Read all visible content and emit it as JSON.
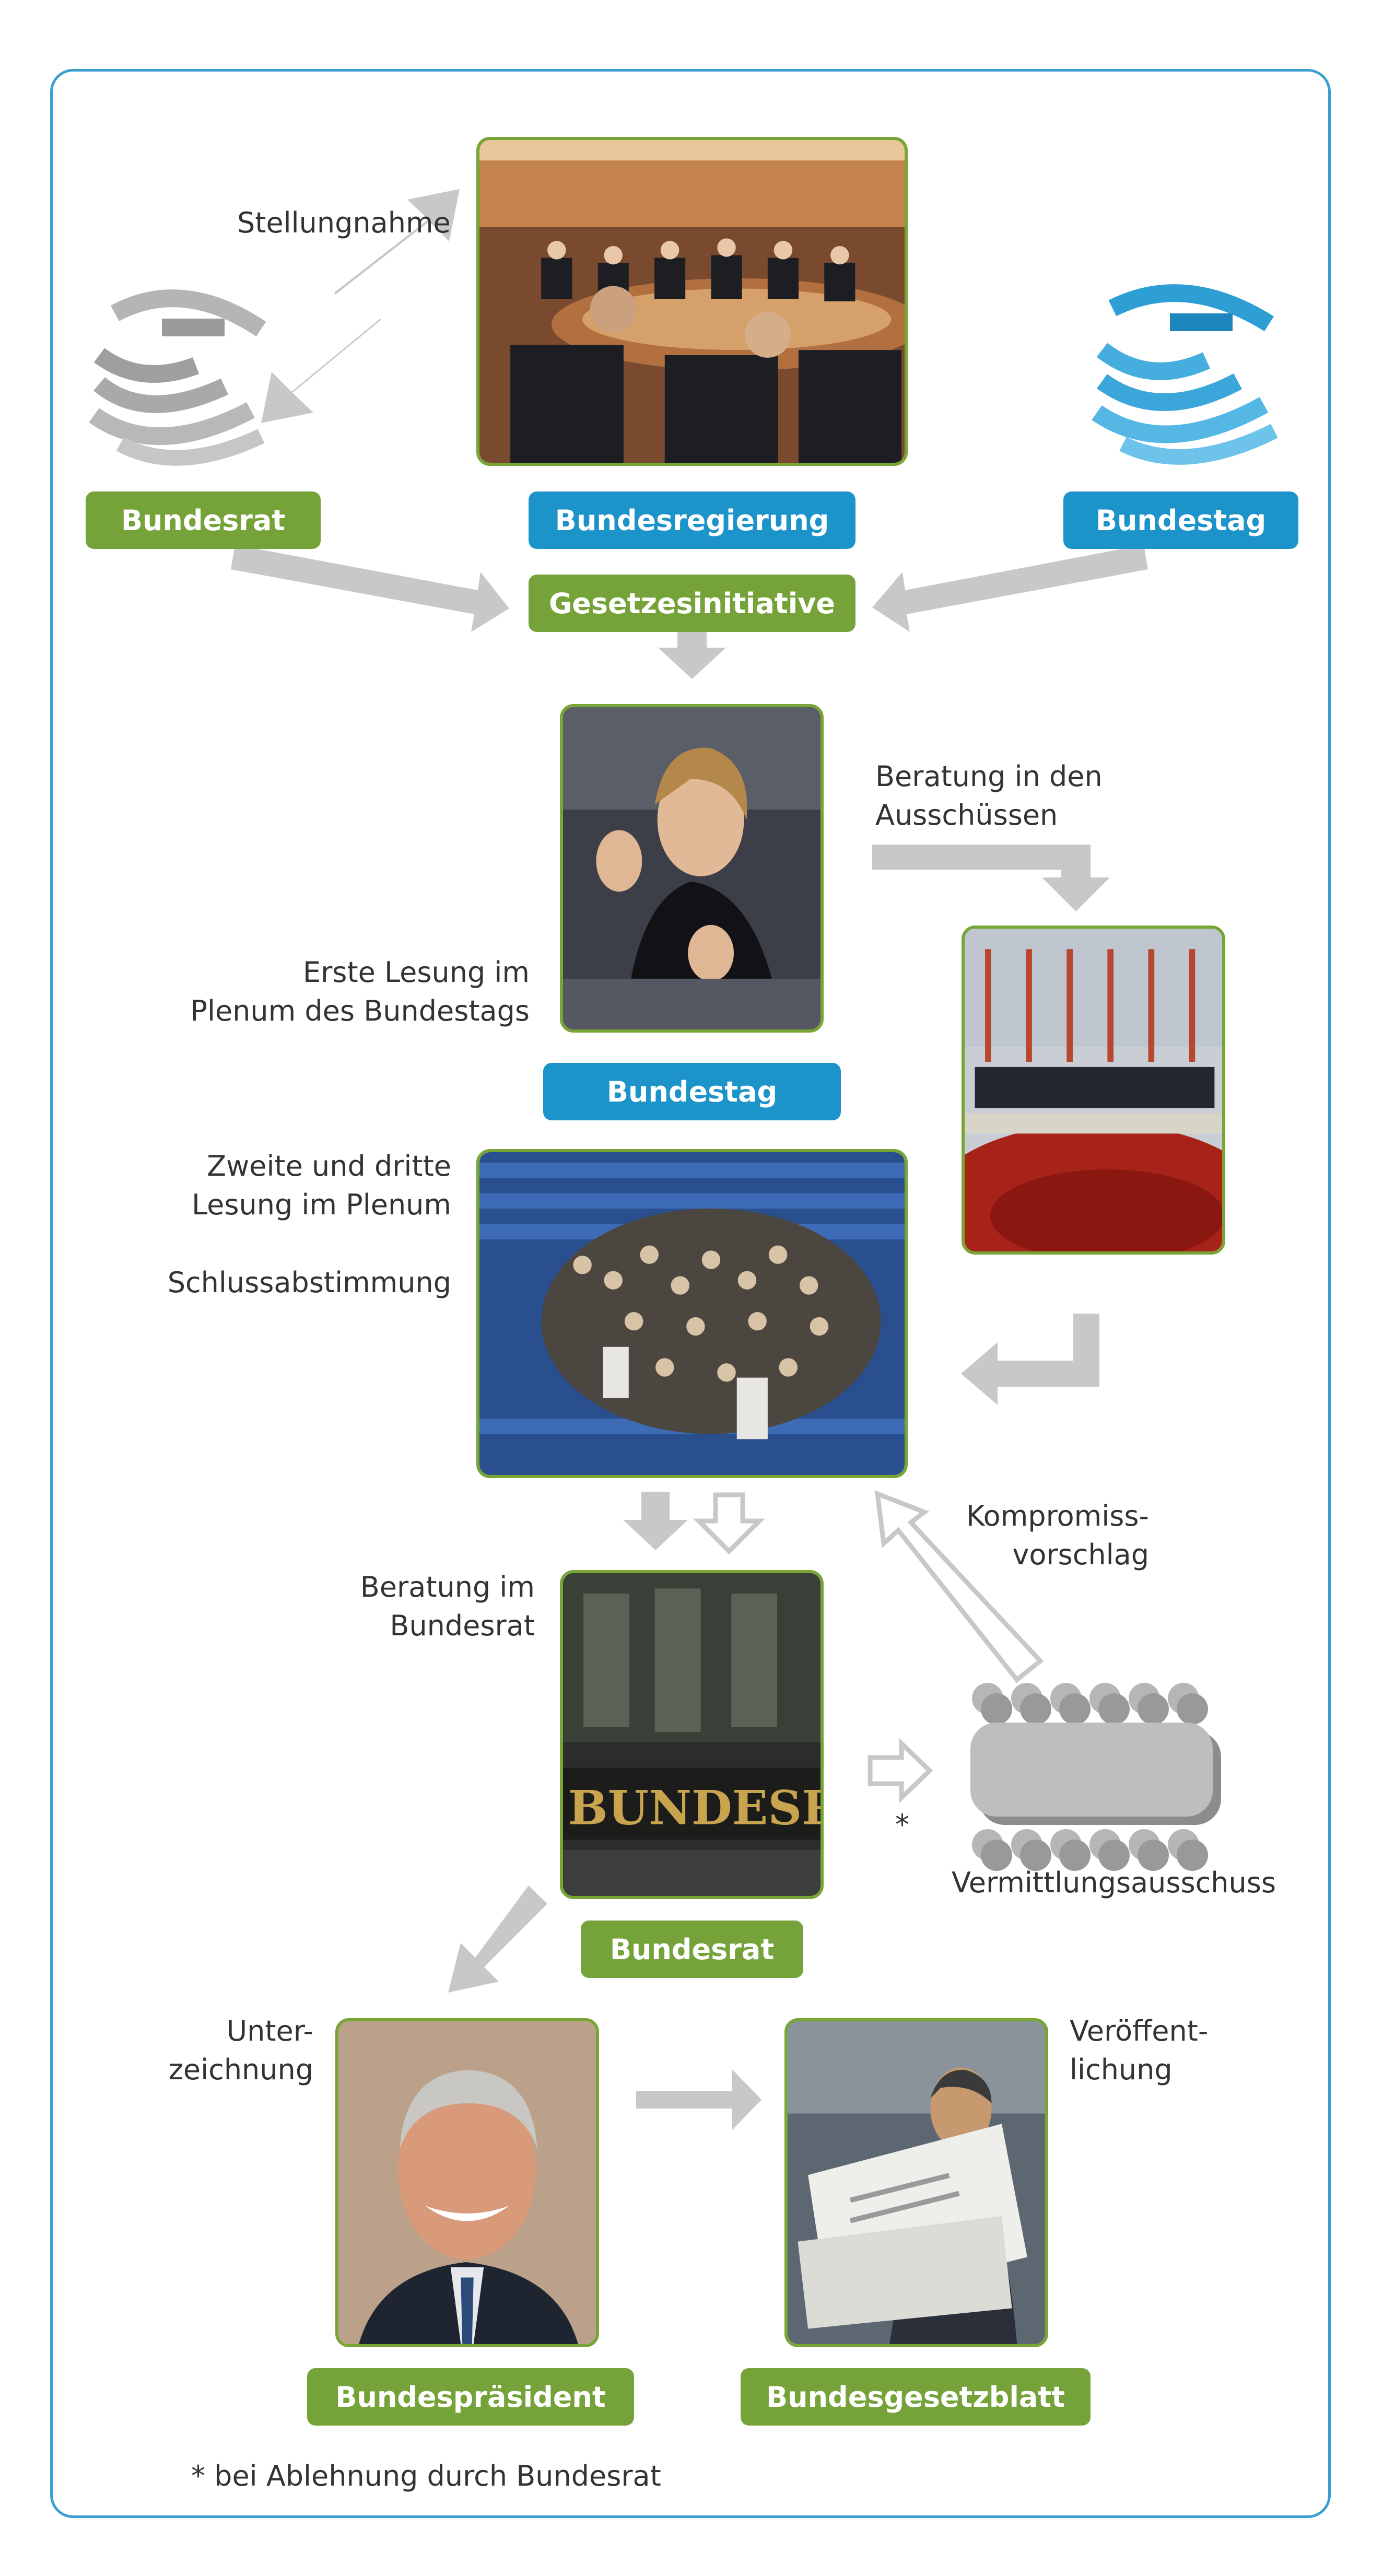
{
  "labels": {
    "bundesrat_top": "Bundesrat",
    "bundesregierung": "Bundesregierung",
    "bundestag_top": "Bundestag",
    "gesetzesinitiative": "Gesetzesinitiative",
    "bundestag_mid": "Bundestag",
    "bundesrat_mid": "Bundesrat",
    "bundespraesident": "Bundespräsident",
    "bundesgesetzblatt": "Bundesgesetzblatt"
  },
  "texts": {
    "stellungnahme": "Stellungnahme",
    "beratung_ausschuessen_1": "Beratung in den",
    "beratung_ausschuessen_2": "Ausschüssen",
    "erste_lesung_1": "Erste Lesung im",
    "erste_lesung_2": "Plenum des Bundestags",
    "zweite_lesung_1": "Zweite und dritte",
    "zweite_lesung_2": "Lesung im Plenum",
    "schlussabstimmung": "Schlussabstimmung",
    "kompromiss_1": "Kompromiss-",
    "kompromiss_2": "vorschlag",
    "beratung_bundesrat_1": "Beratung im",
    "beratung_bundesrat_2": "Bundesrat",
    "asterisk": "*",
    "vermittlungsausschuss": "Vermittlungsausschuss",
    "unterzeichnung_1": "Unter-",
    "unterzeichnung_2": "zeichnung",
    "veroeffentlichung_1": "Veröffent-",
    "veroeffentlichung_2": "lichung",
    "footnote": "* bei Ablehnung durch Bundesrat",
    "bundesrat_sign": "BUNDESRAT"
  },
  "colors": {
    "green": "#76a23a",
    "blue": "#1c93c9",
    "frame": "#3b9ed0",
    "arrow": "#c8c8c8"
  },
  "icons": {
    "bundesrat_logo": "bundesrat-eagle-icon",
    "bundestag_logo": "bundestag-eagle-icon",
    "vermittlungsausschuss": "conference-table-icon"
  }
}
